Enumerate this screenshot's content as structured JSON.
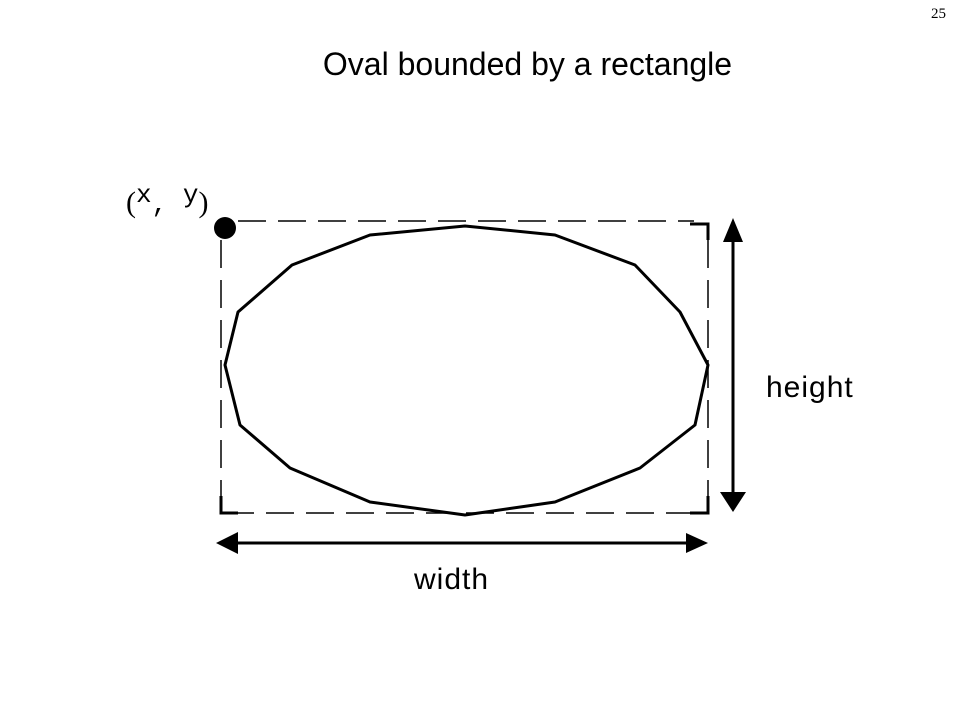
{
  "page_number": "25",
  "title": "Oval bounded by a rectangle",
  "diagram": {
    "origin_label": {
      "open": "(",
      "x": "x",
      "comma": ", ",
      "y": "y",
      "close": ")"
    },
    "height_label": "height",
    "width_label": "width"
  }
}
